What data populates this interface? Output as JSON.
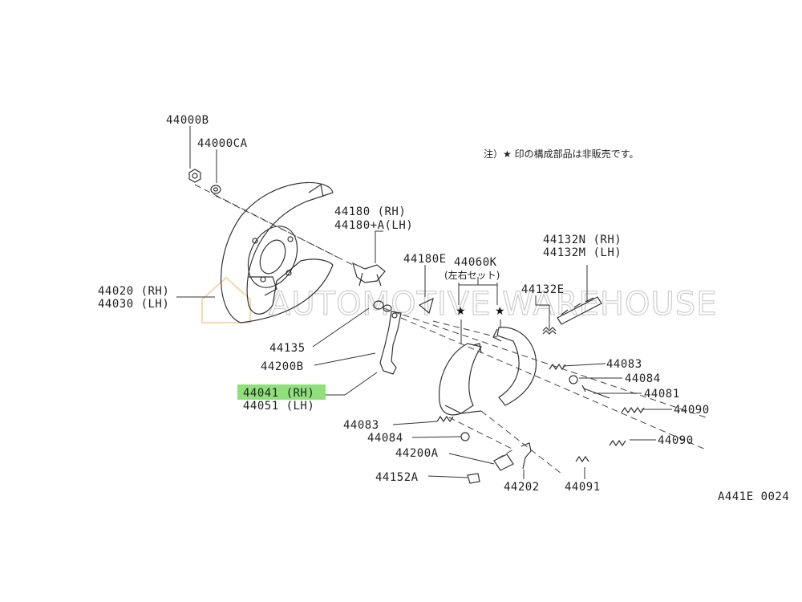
{
  "diagram_code": "A441E 0024",
  "note": "注）★ 印の構成部品は非販売です。",
  "watermark": "AUTOMOTIVE WAREHOUSE",
  "highlight_color": "#8fe07a",
  "labels": {
    "p44000B": "44000B",
    "p44000CA": "44000CA",
    "p44180_rh": "44180   (RH)",
    "p44180_lh": "44180+A(LH)",
    "p44132N": "44132N (RH)",
    "p44132M": "44132M (LH)",
    "p44180E": "44180E",
    "p44060K": "44060K",
    "p44060K_sub": "(左右セット)",
    "p44132E": "44132E",
    "p44020": "44020 (RH)",
    "p44030": "44030 (LH)",
    "p44135": "44135",
    "p44200B": "44200B",
    "p44041": "44041 (RH)",
    "p44051": "44051 (LH)",
    "p44083a": "44083",
    "p44084a": "44084",
    "p44081": "44081",
    "p44090a": "44090",
    "p44083b": "44083",
    "p44084b": "44084",
    "p44090b": "44090",
    "p44200A": "44200A",
    "p44152A": "44152A",
    "p44202": "44202",
    "p44091": "44091"
  }
}
